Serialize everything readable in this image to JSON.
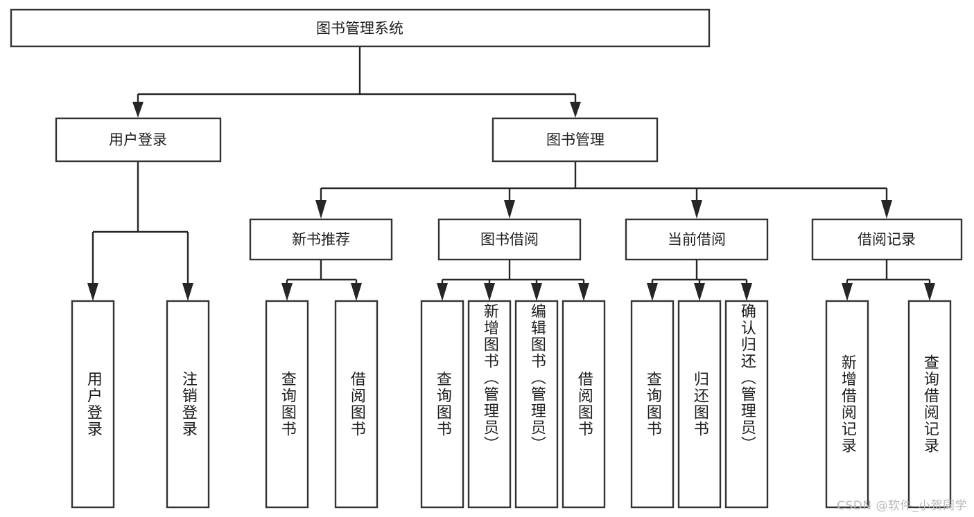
{
  "diagram": {
    "type": "tree",
    "title": "图书管理系统",
    "watermark": "CSDN @软件_小贺同学",
    "colors": {
      "box_stroke": "#333333",
      "box_fill": "#ffffff",
      "edge": "#262626",
      "text": "#1d1d1d",
      "background": "#ffffff",
      "watermark_text": "#b9b9b9"
    },
    "root": {
      "label": "图书管理系统",
      "children": [
        {
          "label": "用户登录",
          "children": [
            {
              "label": "用户登录"
            },
            {
              "label": "注销登录"
            }
          ]
        },
        {
          "label": "图书管理",
          "children": [
            {
              "label": "新书推荐",
              "children": [
                {
                  "label": "查询图书"
                },
                {
                  "label": "借阅图书"
                }
              ]
            },
            {
              "label": "图书借阅",
              "children": [
                {
                  "label": "查询图书"
                },
                {
                  "label": "新增图书（管理员）"
                },
                {
                  "label": "编辑图书（管理员）"
                },
                {
                  "label": "借阅图书"
                }
              ]
            },
            {
              "label": "当前借阅",
              "children": [
                {
                  "label": "查询图书"
                },
                {
                  "label": "归还图书"
                },
                {
                  "label": "确认归还（管理员）"
                }
              ]
            },
            {
              "label": "借阅记录",
              "children": [
                {
                  "label": "新增借阅记录"
                },
                {
                  "label": "查询借阅记录"
                }
              ]
            }
          ]
        }
      ]
    },
    "nodes": {
      "root": {
        "label": "图书管理系统"
      },
      "l1_0": {
        "label": "用户登录"
      },
      "l1_1": {
        "label": "图书管理"
      },
      "l2_0": {
        "label": "新书推荐"
      },
      "l2_1": {
        "label": "图书借阅"
      },
      "l2_2": {
        "label": "当前借阅"
      },
      "l2_3": {
        "label": "借阅记录"
      },
      "leaf_a_0": {
        "label": "用户登录"
      },
      "leaf_a_1": {
        "label": "注销登录"
      },
      "leaf_b_0": {
        "label": "查询图书"
      },
      "leaf_b_1": {
        "label": "借阅图书"
      },
      "leaf_c_0": {
        "label": "查询图书"
      },
      "leaf_c_1": {
        "label": "新增图书（管理员）"
      },
      "leaf_c_2": {
        "label": "编辑图书（管理员）"
      },
      "leaf_c_3": {
        "label": "借阅图书"
      },
      "leaf_d_0": {
        "label": "查询图书"
      },
      "leaf_d_1": {
        "label": "归还图书"
      },
      "leaf_d_2": {
        "label": "确认归还（管理员）"
      },
      "leaf_e_0": {
        "label": "新增借阅记录"
      },
      "leaf_e_1": {
        "label": "查询借阅记录"
      }
    }
  }
}
